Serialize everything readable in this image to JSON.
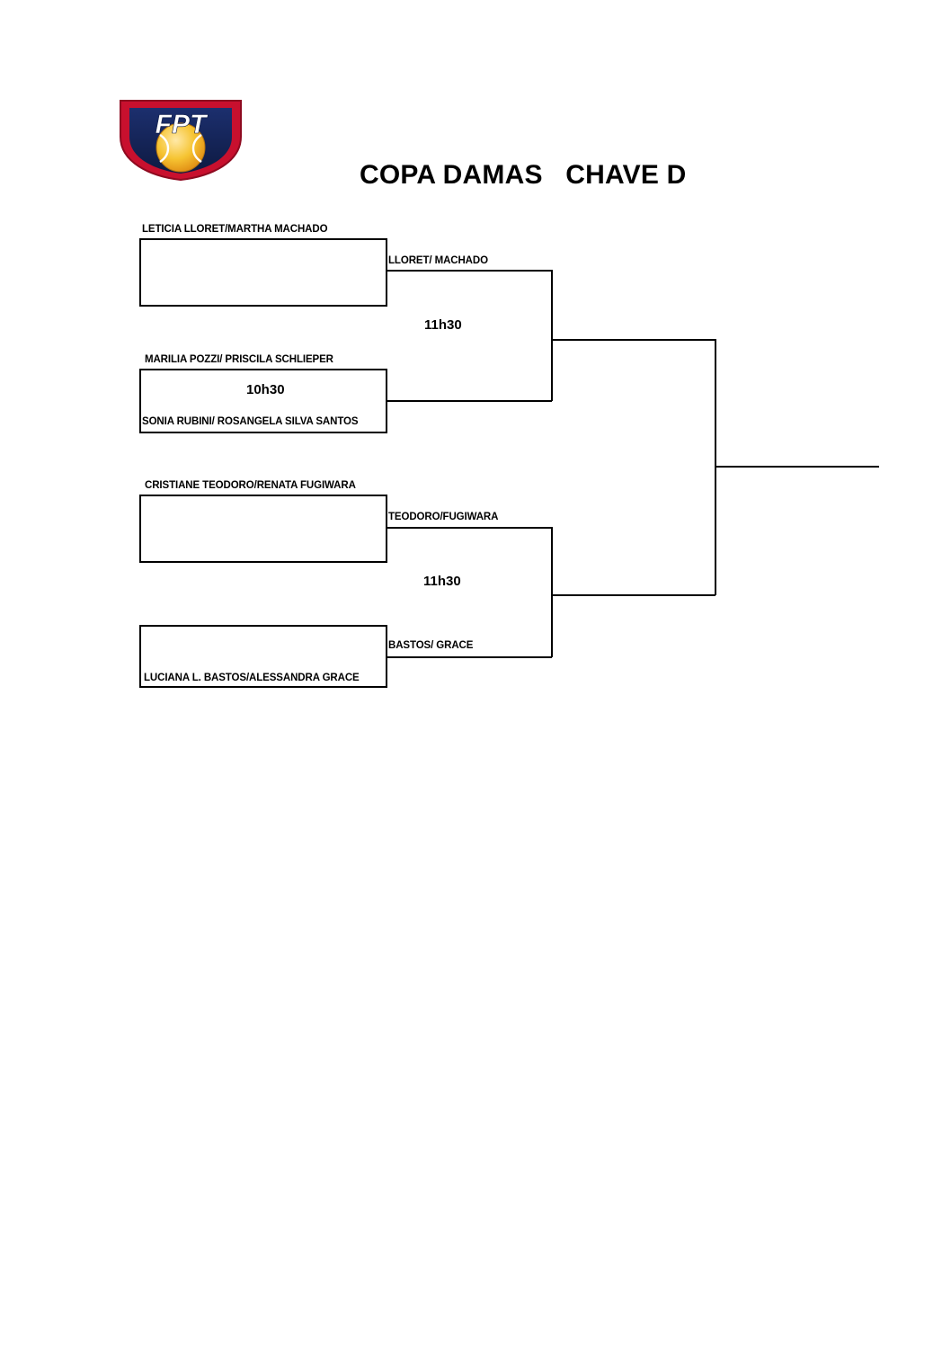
{
  "document": {
    "title": "COPA DAMAS   CHAVE D",
    "logo_text": "FPT"
  },
  "bracket": {
    "round1": [
      {
        "team": "LETICIA LLORET/MARTHA MACHADO"
      },
      {
        "team": "MARILIA POZZI/ PRISCILA SCHLIEPER"
      },
      {
        "team": "SONIA RUBINI/ ROSANGELA SILVA SANTOS"
      },
      {
        "team": "CRISTIANE TEODORO/RENATA FUGIWARA"
      },
      {
        "team": "LUCIANA L. BASTOS/ALESSANDRA GRACE"
      }
    ],
    "round2": [
      {
        "winner": "LLORET/ MACHADO",
        "time": "11h30"
      },
      {
        "winner": "TEODORO/FUGIWARA",
        "time": "11h30"
      },
      {
        "winner": "BASTOS/ GRACE",
        "time": ""
      }
    ],
    "times": {
      "match_lower_top": "10h30"
    }
  }
}
